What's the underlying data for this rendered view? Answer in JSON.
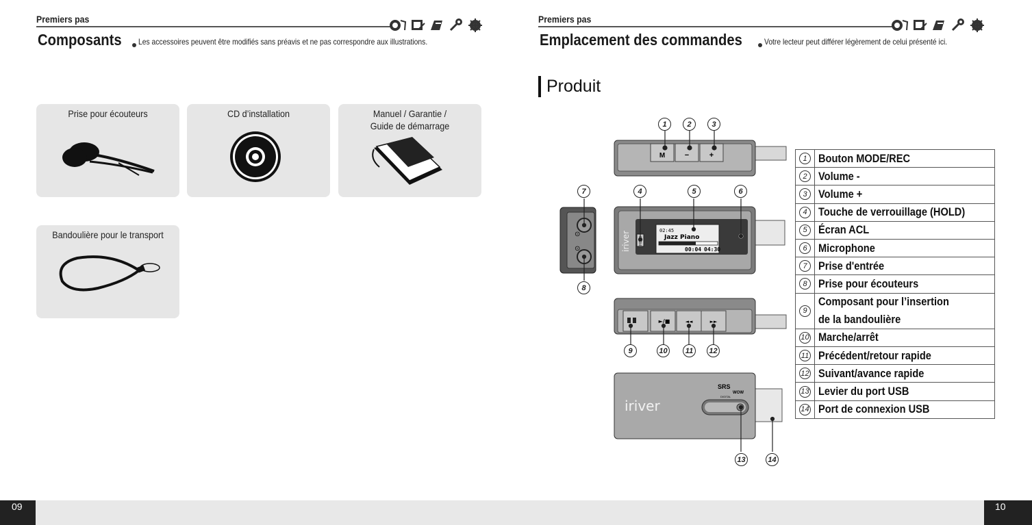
{
  "left_page": {
    "section": "Premiers pas",
    "title": "Composants",
    "note": "Les accessoires peuvent être modifiés sans préavis et ne pas correspondre aux illustrations.",
    "cards": [
      {
        "label": "Prise pour écouteurs",
        "icon": "earphones-icon"
      },
      {
        "label": "CD d’installation",
        "icon": "cd-icon"
      },
      {
        "label_line1": "Manuel / Garantie /",
        "label_line2": "Guide de démarrage",
        "icon": "manual-icon"
      },
      {
        "label": "Bandoulière pour le transport",
        "icon": "lanyard-icon"
      }
    ],
    "page_number": "09"
  },
  "right_page": {
    "section": "Premiers pas",
    "title": "Emplacement des commandes",
    "note": "Votre lecteur peut différer légèrement de celui présenté ici.",
    "subheading": "Produit",
    "device": {
      "button_m": "M",
      "button_minus": "−",
      "button_plus": "+",
      "screen_time": "02:45",
      "screen_track": "Jazz Piano",
      "screen_elapsed": "00:04",
      "screen_total": "04:30",
      "brand": "iriver",
      "srs_label": "SRS",
      "wow_label": "WOW",
      "digital_label": "DIGITAL",
      "hold_label": "HOLD",
      "play_pause": "►/■",
      "prev": "◄◄",
      "next": "►►"
    },
    "callouts": [
      "1",
      "2",
      "3",
      "4",
      "5",
      "6",
      "7",
      "8",
      "9",
      "10",
      "11",
      "12",
      "13",
      "14"
    ],
    "legend": [
      {
        "num": "1",
        "label": "Bouton MODE/REC"
      },
      {
        "num": "2",
        "label": "Volume -"
      },
      {
        "num": "3",
        "label": "Volume +"
      },
      {
        "num": "4",
        "label": "Touche de verrouillage (HOLD)"
      },
      {
        "num": "5",
        "label": "Écran ACL"
      },
      {
        "num": "6",
        "label": "Microphone"
      },
      {
        "num": "7",
        "label": "Prise d'entrée"
      },
      {
        "num": "8",
        "label": "Prise pour écouteurs"
      },
      {
        "num": "9",
        "label_line1": "Composant pour l’insertion",
        "label_line2": "de la bandoulière"
      },
      {
        "num": "10",
        "label": "Marche/arrêt"
      },
      {
        "num": "11",
        "label": "Précédent/retour rapide"
      },
      {
        "num": "12",
        "label": "Suivant/avance rapide"
      },
      {
        "num": "13",
        "label": "Levier du port USB"
      },
      {
        "num": "14",
        "label": "Port de connexion USB"
      }
    ],
    "page_number": "10"
  },
  "colors": {
    "card_bg": "#e6e6e6",
    "footer_bg": "#e8e8e8",
    "page_num_bg": "#222222",
    "device_body": "#a9a9a9",
    "device_dark": "#5a5a5a"
  }
}
